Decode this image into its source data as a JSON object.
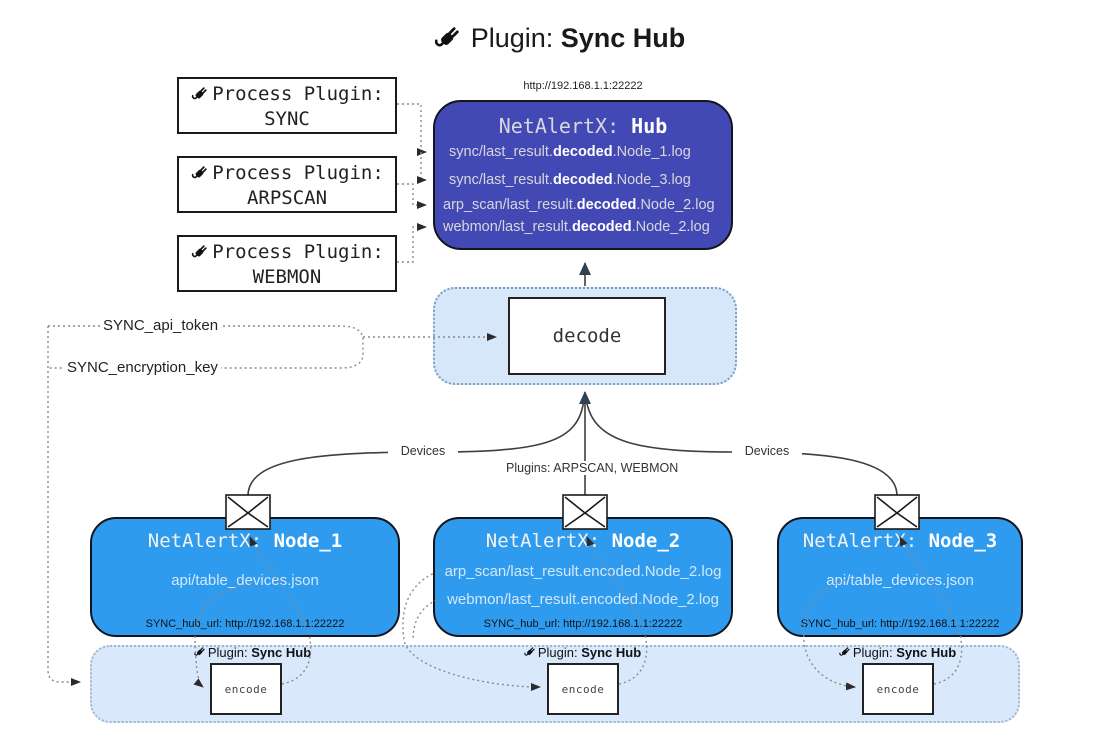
{
  "title": {
    "icon": "plug-icon",
    "prefix": "Plugin: ",
    "bold": "Sync Hub"
  },
  "process_plugins": [
    {
      "label": "Process Plugin:",
      "name": "SYNC"
    },
    {
      "label": "Process Plugin:",
      "name": "ARPSCAN"
    },
    {
      "label": "Process Plugin:",
      "name": "WEBMON"
    }
  ],
  "hub": {
    "url": "http://192.168.1.1:22222",
    "title_prefix": "NetAlertX: ",
    "title_bold": "Hub",
    "logs": [
      {
        "pre": "sync/last_result.",
        "bold": "decoded",
        "post": ".Node_1.log"
      },
      {
        "pre": "sync/last_result.",
        "bold": "decoded",
        "post": ".Node_3.log"
      },
      {
        "pre": "arp_scan/last_result.",
        "bold": "decoded",
        "post": ".Node_2.log"
      },
      {
        "pre": "webmon/last_result.",
        "bold": "decoded",
        "post": ".Node_2.log"
      }
    ]
  },
  "decode_label": "decode",
  "secrets": {
    "api_token": "SYNC_api_token",
    "encryption_key": "SYNC_encryption_key"
  },
  "edges": {
    "devices_left": "Devices",
    "devices_right": "Devices",
    "plugins_middle": "Plugins: ARPSCAN, WEBMON"
  },
  "nodes": [
    {
      "title_prefix": "NetAlertX: ",
      "title_bold": "Node_1",
      "files": [
        "api/table_devices.json"
      ],
      "hub_url": "SYNC_hub_url: http://192.168.1.1:22222"
    },
    {
      "title_prefix": "NetAlertX: ",
      "title_bold": "Node_2",
      "files": [
        "arp_scan/last_result.encoded.Node_2.log",
        "webmon/last_result.encoded.Node_2.log"
      ],
      "hub_url": "SYNC_hub_url: http://192.168.1.1:22222"
    },
    {
      "title_prefix": "NetAlertX: ",
      "title_bold": "Node_3",
      "files": [
        "api/table_devices.json"
      ],
      "hub_url": "SYNC_hub_url: http://192.168.1.1:22222"
    }
  ],
  "band": {
    "plugin_prefix": "Plugin: ",
    "plugin_bold": "Sync Hub",
    "encode_label": "encode"
  },
  "icons": {
    "plug": "plug-icon",
    "envelope": "envelope-icon"
  },
  "colors": {
    "hub_bg": "#4248B4",
    "hub_text": "#D8D8DC",
    "node_bg": "#2F9BEE",
    "node_text": "#D3E8FC",
    "band_bg": "#D9E9FB",
    "band_border": "#9FB6CC",
    "panel_bg": "#D5E7F9",
    "panel_border": "#7D9EC0",
    "arrow_dark": "#2B2B2B",
    "arrow_navy": "#2F4254"
  }
}
